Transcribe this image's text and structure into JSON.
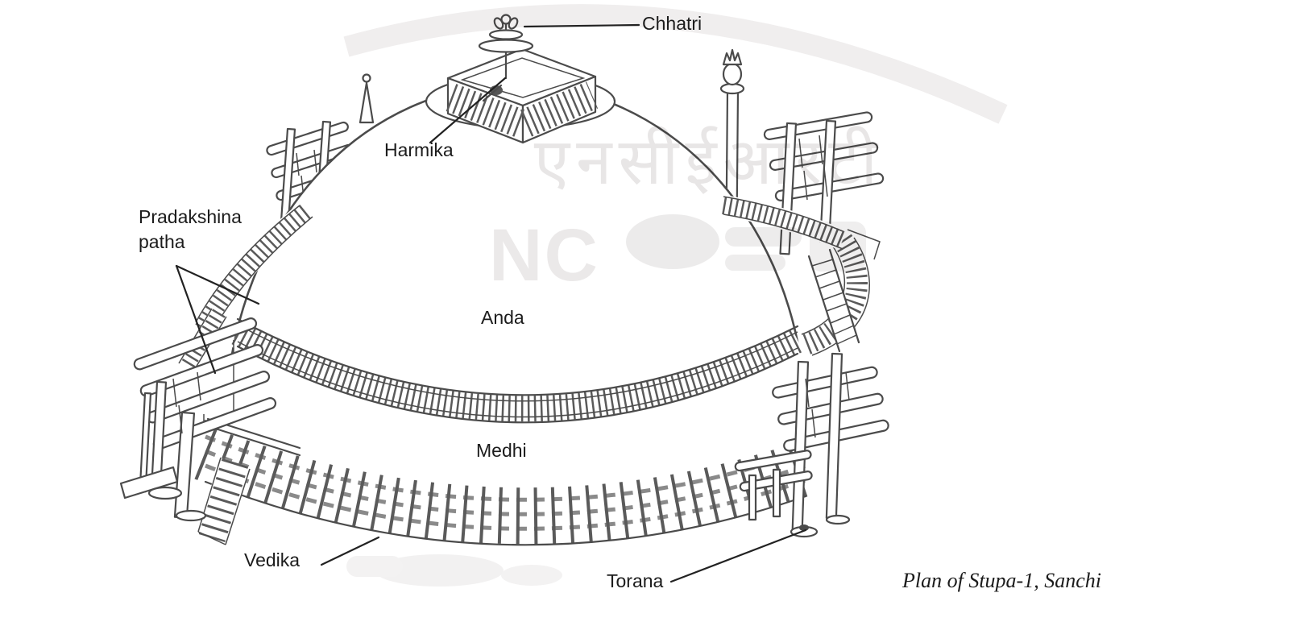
{
  "figure": {
    "caption": "Plan of  Stupa-1, Sanchi",
    "labels": {
      "chhatri": "Chhatri",
      "harmika": "Harmika",
      "pradakshina_line1": "Pradakshina",
      "pradakshina_line2": "patha",
      "anda": "Anda",
      "medhi": "Medhi",
      "vedika": "Vedika",
      "torana": "Torana"
    },
    "watermark": {
      "devanagari": "एनसीईआरटी",
      "latin": "NC"
    },
    "colors": {
      "background": "#ffffff",
      "line": "#4b4b4b",
      "label_text": "#1c1c1c",
      "watermark": "#eae8e8"
    }
  }
}
